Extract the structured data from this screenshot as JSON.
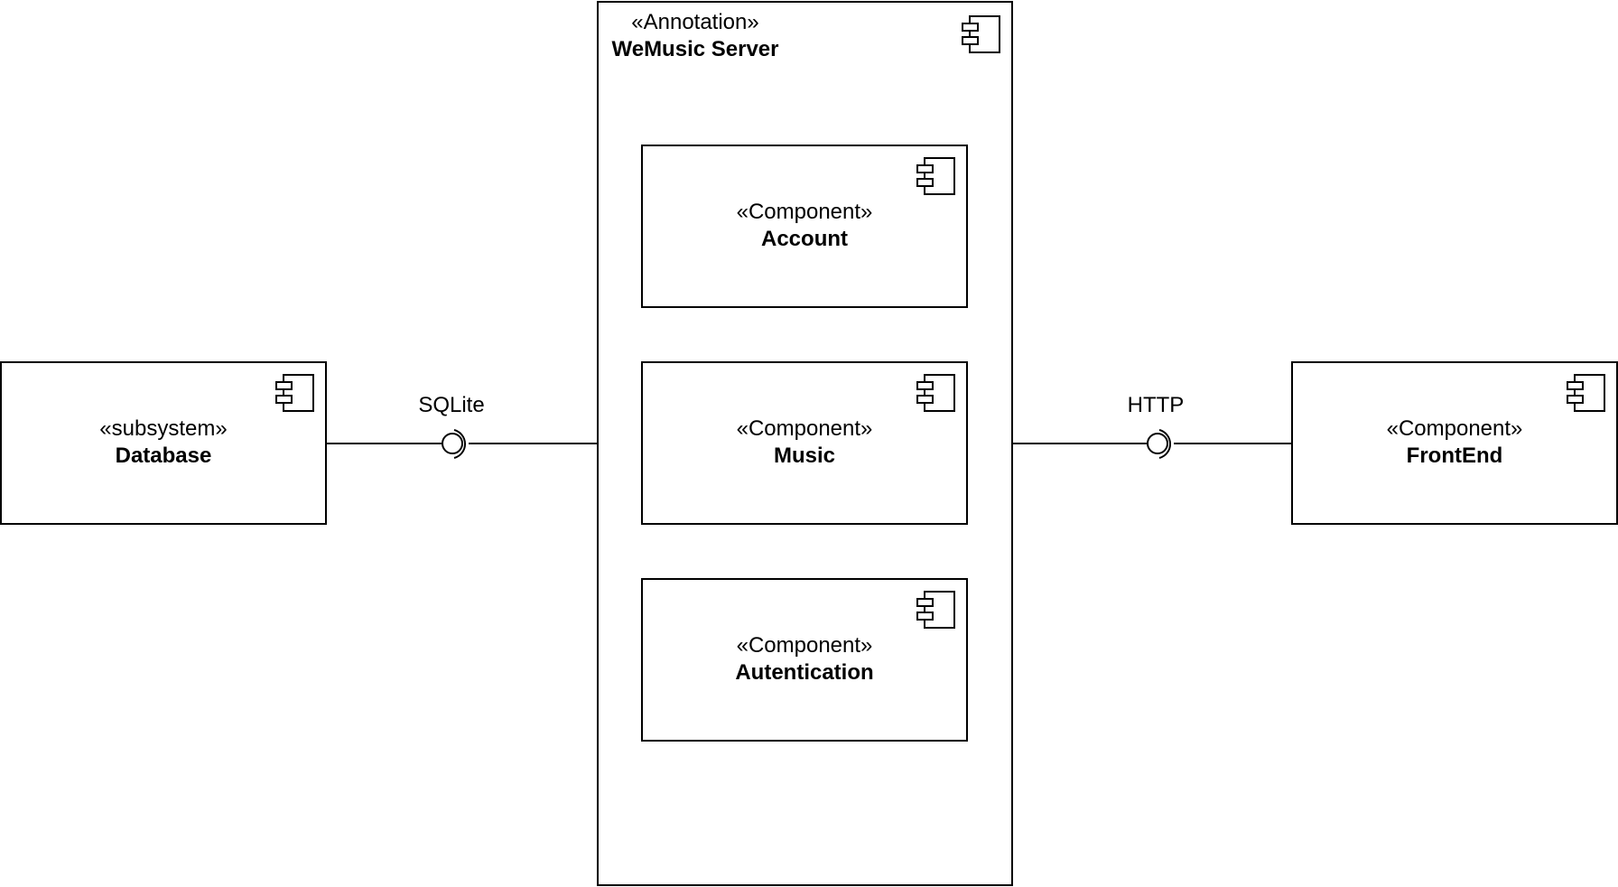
{
  "diagram": {
    "server": {
      "stereotype": "«Annotation»",
      "name": "WeMusic Server"
    },
    "components": [
      {
        "stereotype": "«Component»",
        "name": "Account"
      },
      {
        "stereotype": "«Component»",
        "name": "Music"
      },
      {
        "stereotype": "«Component»",
        "name": "Autentication"
      }
    ],
    "database": {
      "stereotype": "«subsystem»",
      "name": "Database"
    },
    "frontend": {
      "stereotype": "«Component»",
      "name": "FrontEnd"
    },
    "interfaces": {
      "sqlite": "SQLite",
      "http": "HTTP"
    }
  },
  "colors": {
    "stroke": "#000000",
    "fill": "#ffffff"
  },
  "icons": [
    "component-icon",
    "provided-interface-icon",
    "required-interface-icon"
  ]
}
